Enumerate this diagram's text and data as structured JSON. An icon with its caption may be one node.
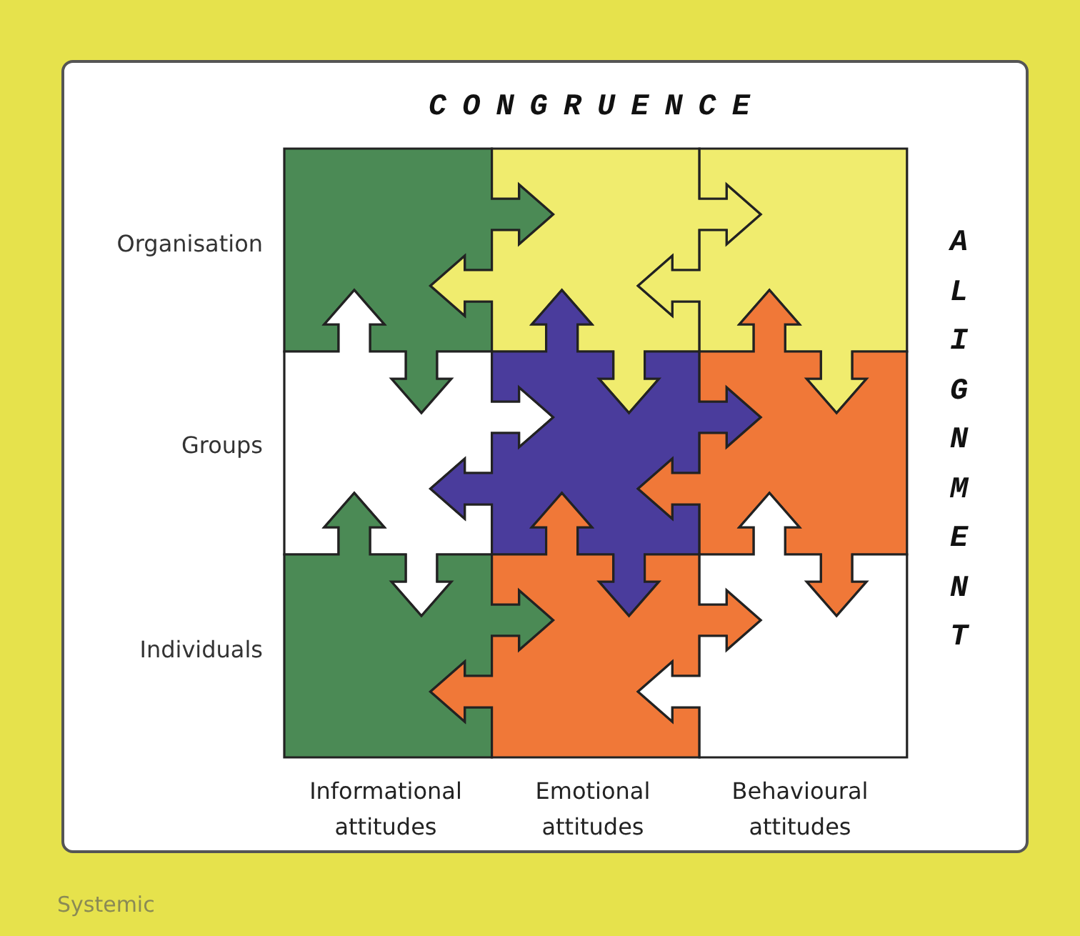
{
  "diagram": {
    "labels": [
      "CONGRUENCE",
      "ALIGNMENT",
      "Organisation",
      "Groups",
      "Individuals",
      "Informational attitudes",
      "Emotional attitudes",
      "Behavioural attitudes",
      "Systemic"
    ]
  }
}
